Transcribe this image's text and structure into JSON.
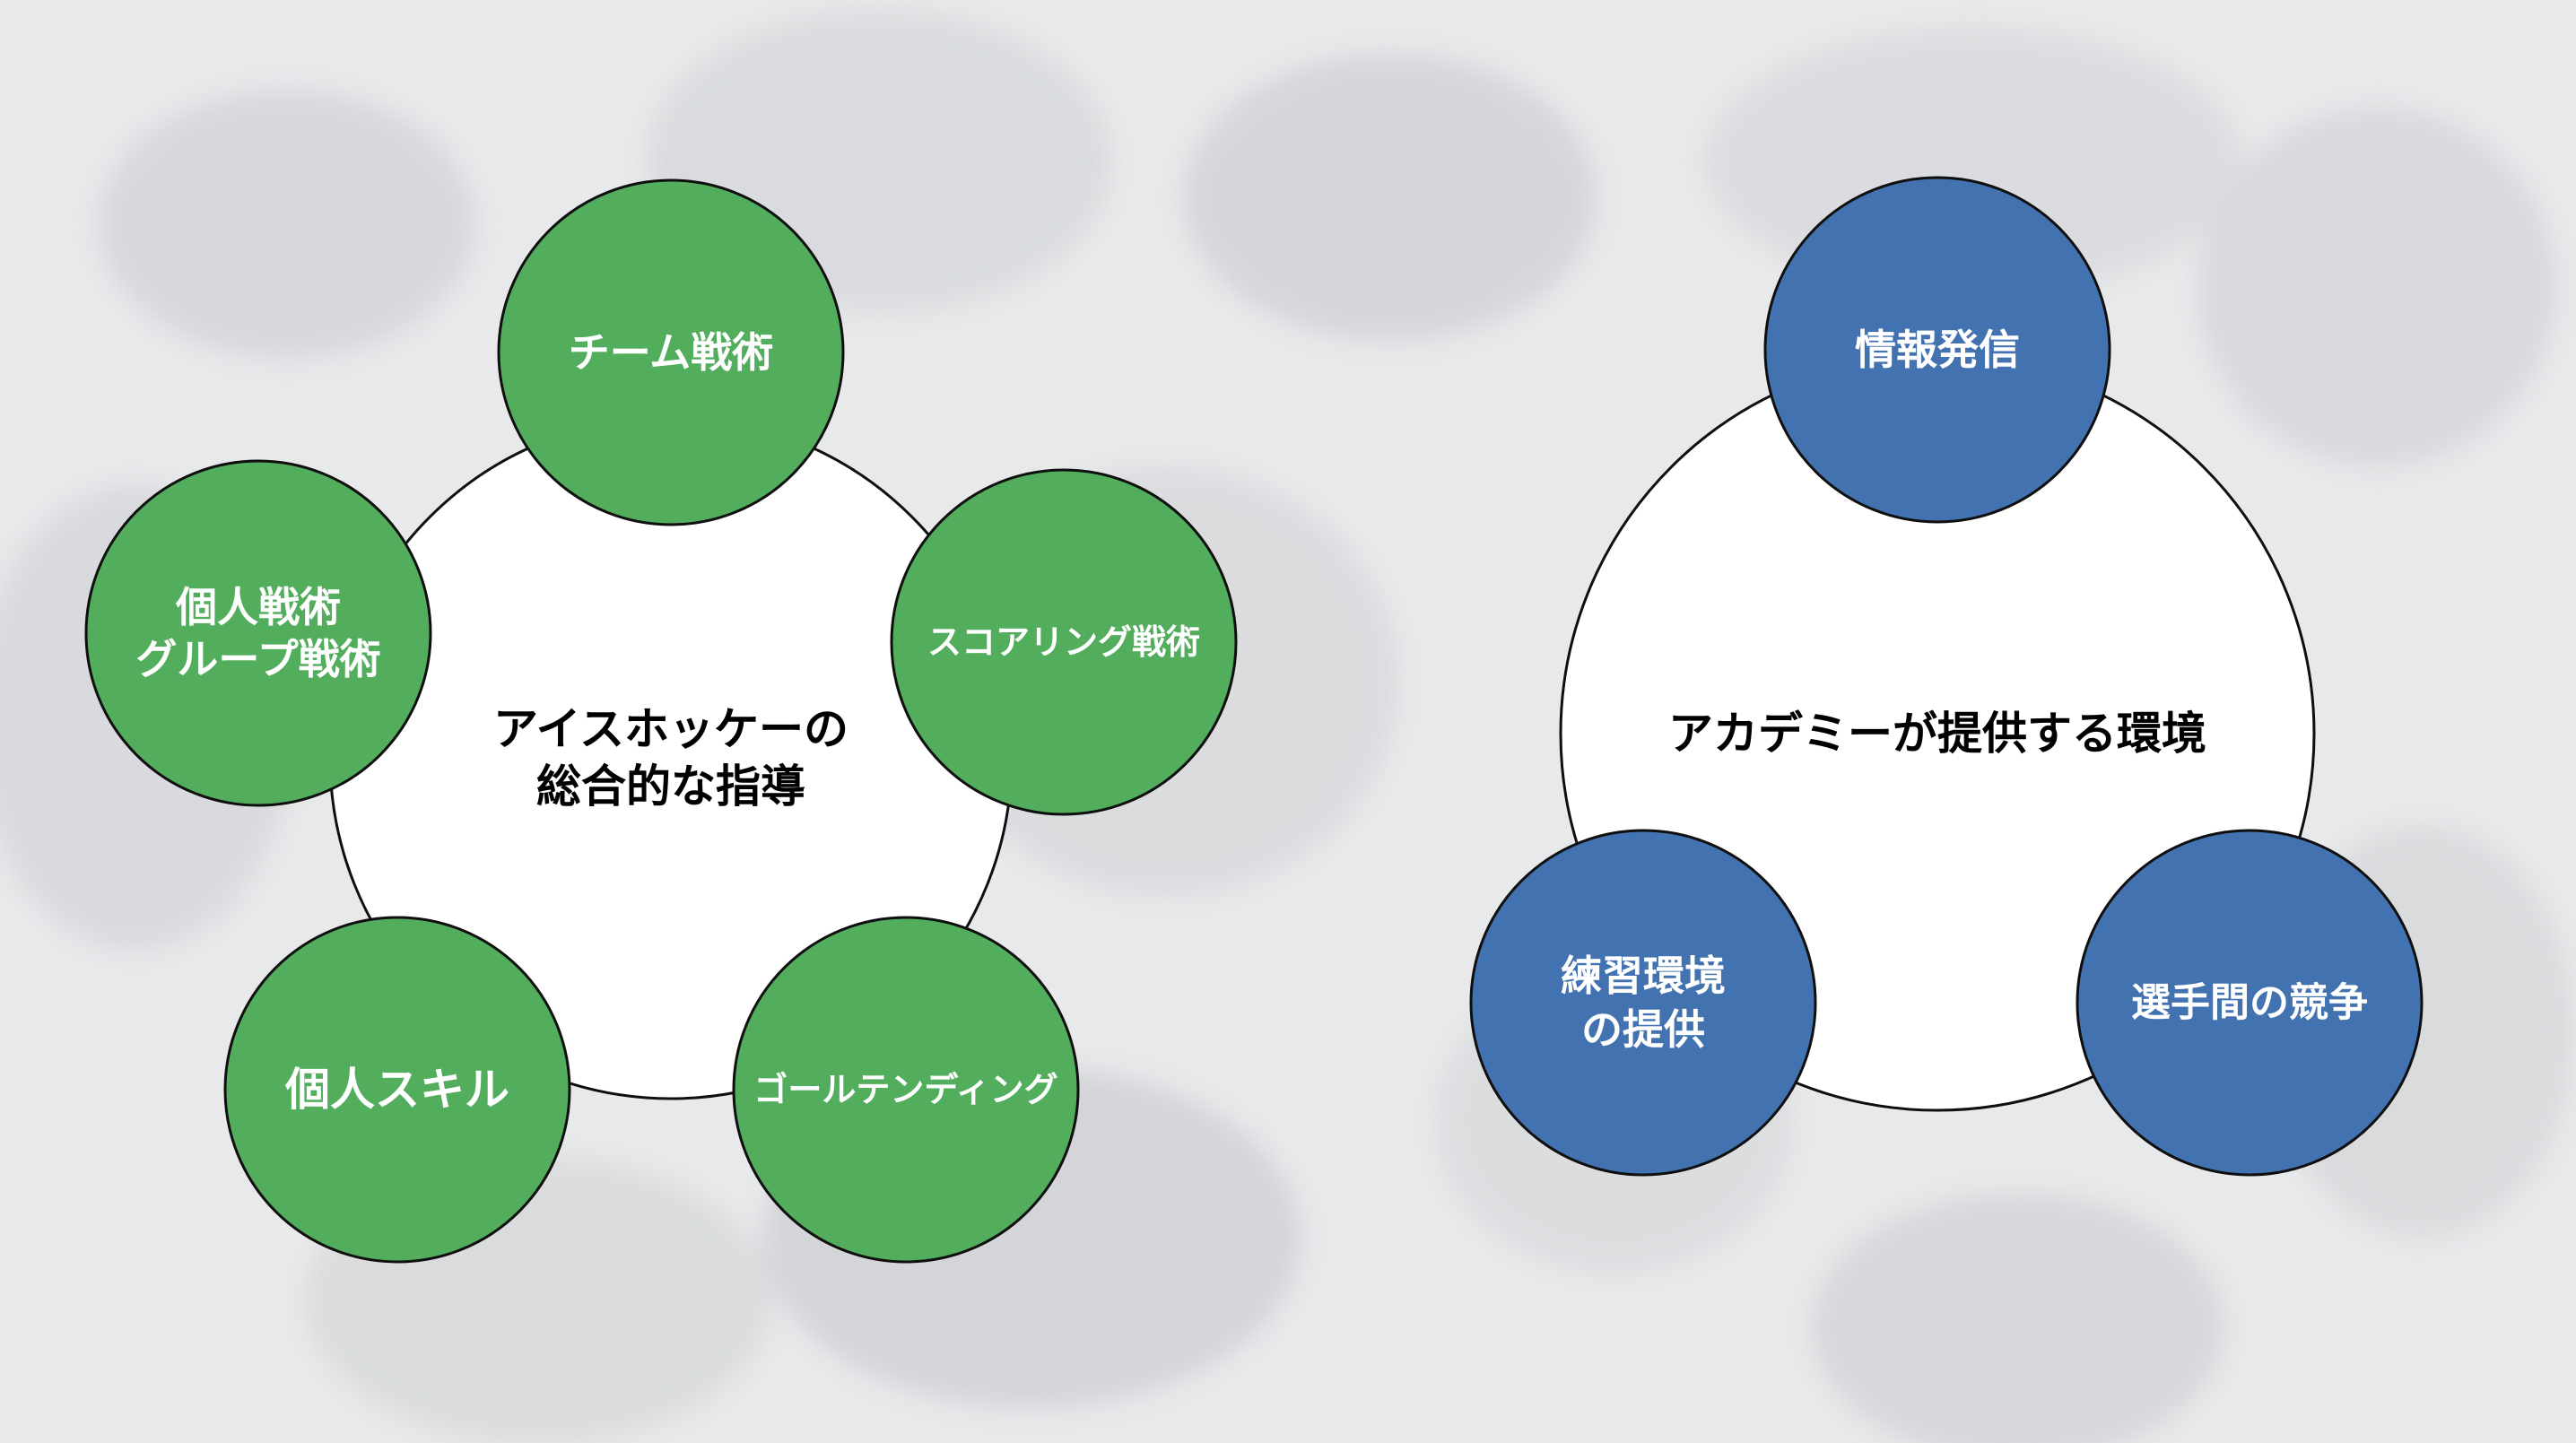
{
  "background": {
    "description_icon": "hockey-photo-background",
    "tint": "#e9eaec"
  },
  "colors": {
    "green": "#52ad5c",
    "blue": "#4372b0",
    "hub_fill": "#ffffff",
    "outline": "#0f0f0f",
    "satellite_text": "#ffffff",
    "hub_text": "#000000"
  },
  "left_diagram": {
    "center": {
      "lines": [
        "アイスホッケーの",
        "総合的な指導"
      ]
    },
    "nodes": [
      {
        "id": "team-tactics",
        "lines": [
          "チーム戦術"
        ]
      },
      {
        "id": "scoring",
        "lines": [
          "スコアリング戦術"
        ]
      },
      {
        "id": "goaltending",
        "lines": [
          "ゴールテンディング"
        ]
      },
      {
        "id": "individual-skill",
        "lines": [
          "個人スキル"
        ]
      },
      {
        "id": "individual-group-tactics",
        "lines": [
          "個人戦術",
          "グループ戦術"
        ]
      }
    ]
  },
  "right_diagram": {
    "center": {
      "lines": [
        "アカデミーが提供する環境"
      ]
    },
    "nodes": [
      {
        "id": "information",
        "lines": [
          "情報発信"
        ]
      },
      {
        "id": "practice-environment",
        "lines": [
          "練習環境",
          "の提供"
        ]
      },
      {
        "id": "competition",
        "lines": [
          "選手間の競争"
        ]
      }
    ]
  }
}
